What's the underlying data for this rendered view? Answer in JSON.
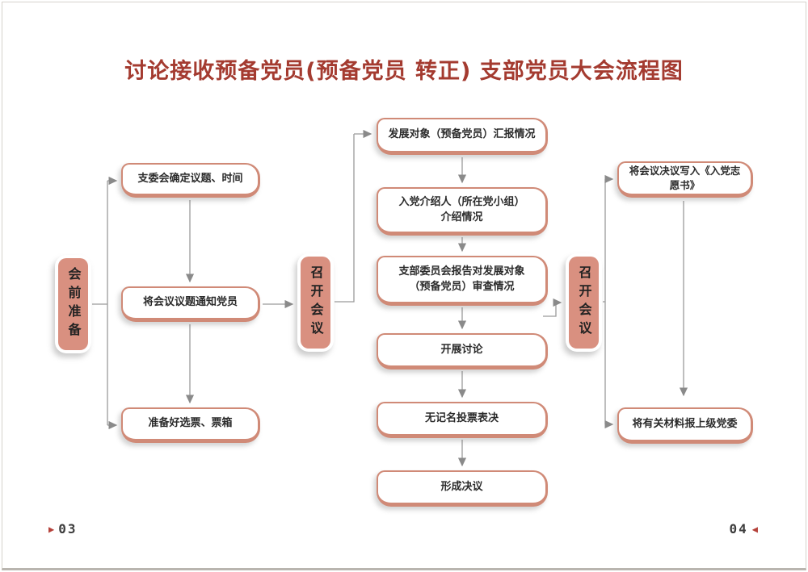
{
  "title": "讨论接收预备党员(预备党员 转正) 支部党员大会流程图",
  "colors": {
    "title_red": "#a43b30",
    "box_border_salmon": "#d08a77",
    "stage_fill_salmon": "#d99080",
    "connector_gray": "#9b9b9b",
    "footer_triangle_red": "#b5413a"
  },
  "flow": {
    "stages": [
      {
        "label": "会前准备"
      },
      {
        "label": "召开会议"
      },
      {
        "label": "召开会议"
      }
    ],
    "pre_steps": [
      "支委会确定议题、时间",
      "将会议议题通知党员",
      "准备好选票、票箱"
    ],
    "meeting_steps": [
      "发展对象（预备党员）汇报情况",
      "入党介绍人（所在党小组）\n介绍情况",
      "支部委员会报告对发展对象\n（预备党员）审查情况",
      "开展讨论",
      "无记名投票表决",
      "形成决议"
    ],
    "post_steps": [
      "将会议决议写入《入党志愿书》",
      "将有关材料报上级党委"
    ]
  },
  "footer": {
    "page_left": "03",
    "page_right": "04",
    "triangle_right_icon": "▶",
    "triangle_left_icon": "◀"
  }
}
